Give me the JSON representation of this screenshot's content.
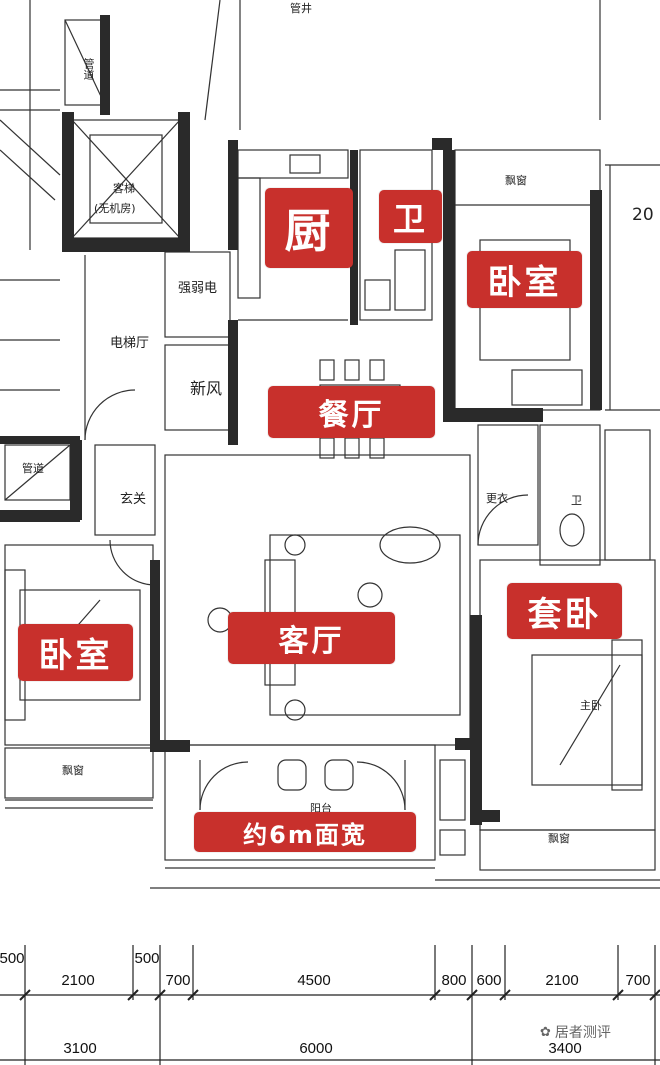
{
  "room_tags": {
    "kitchen": "厨",
    "bathroom": "卫",
    "bedroom_ne": "卧室",
    "dining": "餐厅",
    "master_bedroom": "套卧",
    "bedroom_sw": "卧室",
    "living_room": "客厅",
    "frontage": "约6m面宽"
  },
  "plan_labels": {
    "elevator": "客梯",
    "elevator_note": "(无机房)",
    "electrical_room": "强弱电",
    "elevator_hall": "电梯厅",
    "fresh_air": "新风",
    "entrance": "玄关",
    "duct": "管道",
    "balcony_n": "飘窗",
    "window_sw": "飘窗",
    "window_se": "飘窗",
    "closet": "更衣",
    "ensuite_bath": "卫",
    "master": "主卧",
    "balcony": "阳台",
    "dim_top": "管井"
  },
  "dimensions": {
    "row1": [
      "500",
      "2100",
      "500",
      "700",
      "4500",
      "800",
      "600",
      "2100",
      "700"
    ],
    "row2": [
      "3100",
      "6000",
      "3400"
    ]
  },
  "right_edge_text": "20",
  "watermark": "居者测评"
}
